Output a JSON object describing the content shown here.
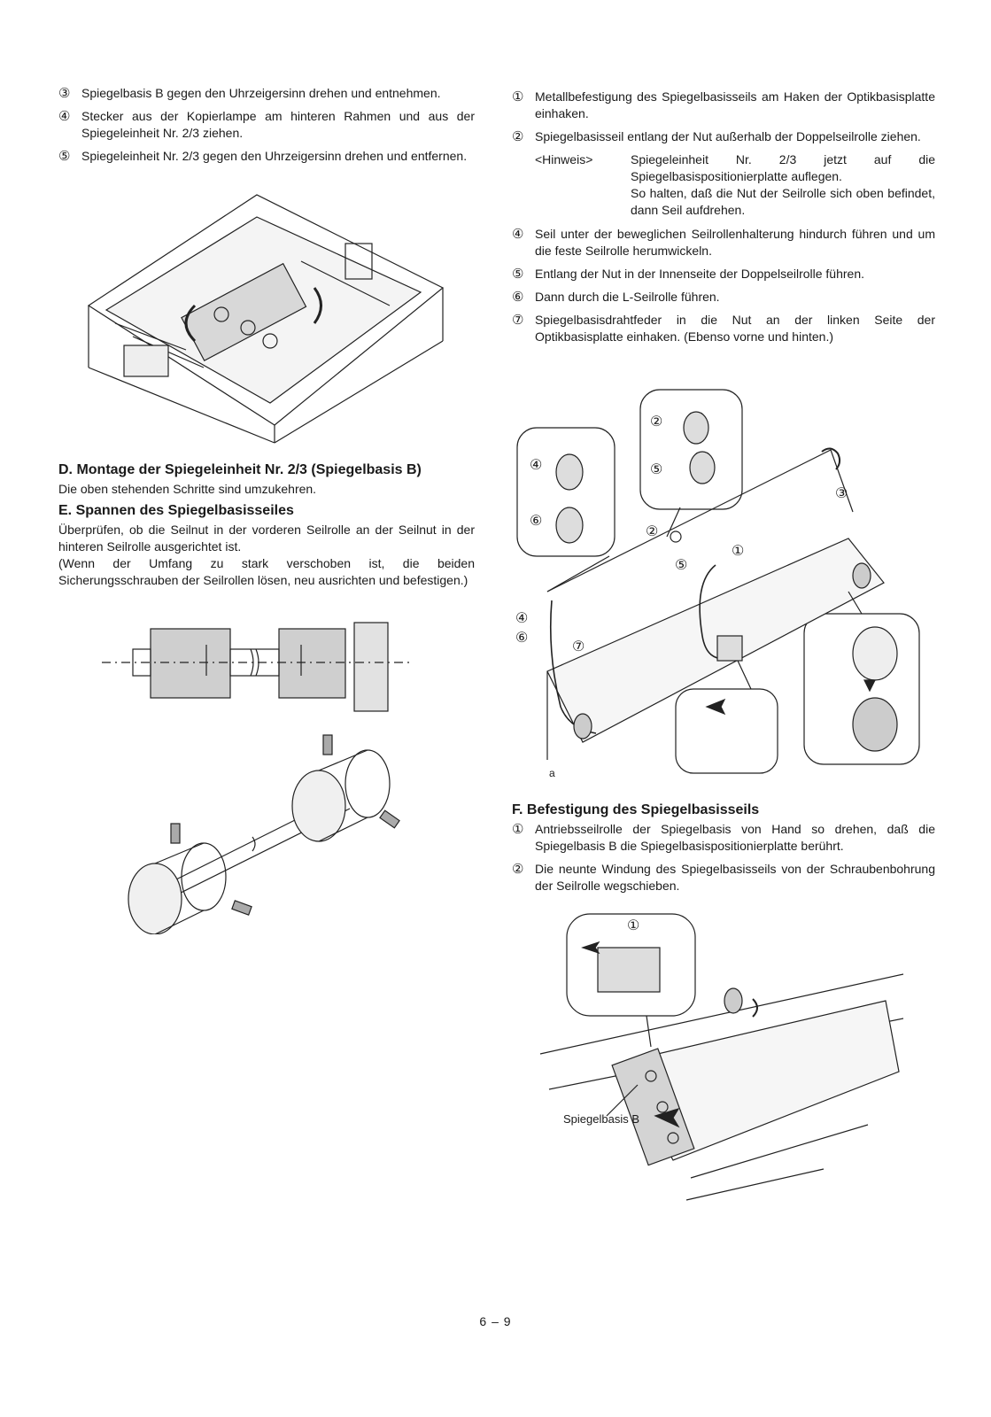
{
  "left": {
    "steps": [
      {
        "num": "③",
        "text": "Spiegelbasis B gegen den Uhrzeigersinn drehen und entnehmen."
      },
      {
        "num": "④",
        "text": "Stecker aus der Kopierlampe am hinteren Rahmen und aus der Spiegeleinheit Nr. 2/3 ziehen."
      },
      {
        "num": "⑤",
        "text": "Spiegeleinheit Nr. 2/3 gegen den Uhrzeigersinn drehen und entfernen."
      }
    ],
    "sectionD": {
      "title": "D. Montage der Spiegeleinheit Nr. 2/3 (Spiegelbasis B)",
      "text": "Die oben stehenden Schritte sind umzukehren."
    },
    "sectionE": {
      "title": "E. Spannen des Spiegelbasisseiles",
      "text": "Überprüfen, ob die Seilnut in der vorderen Seilrolle an der Seilnut in der hinteren Seilrolle ausgerichtet ist.",
      "text2": "(Wenn der Umfang zu stark verschoben ist, die beiden Sicherungsschrauben der Seilrollen lösen, neu ausrichten und befestigen.)"
    }
  },
  "right": {
    "steps": [
      {
        "num": "①",
        "text": "Metallbefestigung des Spiegelbasisseils am Haken der Optikbasisplatte einhaken."
      },
      {
        "num": "②",
        "text": "Spiegelbasisseil entlang der Nut außerhalb der Doppelseilrolle ziehen."
      }
    ],
    "note": {
      "tag": "<Hinweis>",
      "line1": "Spiegeleinheit Nr. 2/3 jetzt auf die Spiegelbasispositionierplatte auflegen.",
      "line2": "So halten, daß die Nut der Seilrolle sich oben befindet, dann Seil aufdrehen."
    },
    "steps2": [
      {
        "num": "④",
        "text": "Seil unter der beweglichen Seilrollenhalterung hindurch führen und um die feste Seilrolle herumwickeln."
      },
      {
        "num": "⑤",
        "text": "Entlang der Nut in der Innenseite der Doppelseilrolle führen."
      },
      {
        "num": "⑥",
        "text": "Dann durch die L-Seilrolle führen."
      },
      {
        "num": "⑦",
        "text": "Spiegelbasisdrahtfeder in die Nut an der linken Seite der Optikbasisplatte einhaken. (Ebenso vorne und hinten.)"
      }
    ],
    "figure_labels": {
      "c1": "①",
      "c2": "②",
      "c3": "③",
      "c4": "④",
      "c5": "⑤",
      "c6": "⑥",
      "c7": "⑦",
      "a": "a"
    },
    "sectionF": {
      "title": "F. Befestigung des Spiegelbasisseils",
      "steps": [
        {
          "num": "①",
          "text": "Antriebsseilrolle der Spiegelbasis von Hand so drehen, daß die Spiegelbasis B die Spiegelbasispositionierplatte berührt."
        },
        {
          "num": "②",
          "text": "Die neunte Windung des Spiegelbasisseils von der Schraubenbohrung der Seilrolle wegschieben."
        }
      ],
      "figure_label": "Spiegelbasis B",
      "callout": "①"
    }
  },
  "page_number": "6 – 9"
}
